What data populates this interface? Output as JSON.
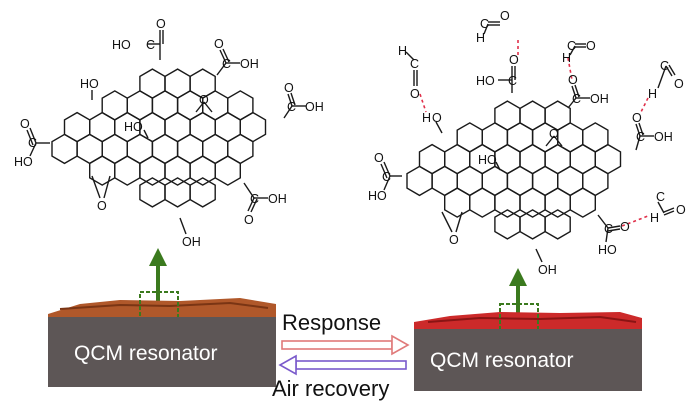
{
  "colors": {
    "bond": "#1a1a1a",
    "hbond": "#e0304a",
    "substrate": "#5d5656",
    "film_left": "#b0582a",
    "film_right": "#cc2a2a",
    "arrow_green": "#3b7a1e",
    "response_arrow": "#e07a7a",
    "recovery_arrow": "#7a5acb"
  },
  "icons": {
    "response_arrow": "right-arrow-icon",
    "recovery_arrow": "left-arrow-icon",
    "adsorption_arrow": "up-arrow-icon"
  },
  "left_panel": {
    "substrate_label": "QCM resonator",
    "groups": {
      "cooh_top_left": "HO",
      "cooh_top_left_b": "C",
      "cooh_top_left_o": "O",
      "cooh_top_right_c": "C",
      "cooh_top_right_oh": "OH",
      "cooh_top_right_o": "O",
      "cooh_right_c": "C",
      "cooh_right_oh": "OH",
      "cooh_right_o": "O",
      "cooh_left_o": "O",
      "cooh_left_c": "C",
      "cooh_left_ho": "HO",
      "cooh_bottom_right_c": "C",
      "cooh_bottom_right_oh": "OH",
      "cooh_bottom_right_o": "O",
      "oh_top": "HO",
      "oh_center": "HO",
      "oh_bottom": "OH",
      "epoxy_center": "O",
      "epoxy_bottom": "O"
    }
  },
  "right_panel": {
    "substrate_label": "QCM resonator",
    "groups": {
      "hcho_1_h": "H",
      "hcho_1_o": "O",
      "hcho_1_c": "C",
      "hcho_2_h": "H",
      "hcho_2_o": "O",
      "hcho_2_c": "C",
      "hcho_3_h": "H",
      "hcho_3_o": "O",
      "hcho_3_c": "C",
      "hcho_4_h": "H",
      "hcho_4_o": "O",
      "hcho_4_c": "C",
      "hcho_5_h": "H",
      "hcho_5_o": "O",
      "hcho_5_c": "C",
      "cooh_top_ho": "HO",
      "cooh_top_c": "C",
      "cooh_top_o": "O",
      "cooh_tr_c": "C",
      "cooh_tr_oh": "OH",
      "cooh_tr_o": "O",
      "cooh_right_c": "C",
      "cooh_right_oh": "OH",
      "cooh_right_o": "O",
      "cooh_left_ho": "HO",
      "cooh_left_c": "C",
      "cooh_left_o": "O",
      "cooh_br_c": "C",
      "cooh_br_ho": "HO",
      "cooh_br_o": "O",
      "oh_top_h": "H",
      "oh_top_o": "O",
      "oh_center": "HO",
      "oh_bottom": "OH",
      "epoxy_center": "O",
      "epoxy_bottom": "O"
    }
  },
  "process": {
    "response_label": "Response",
    "recovery_label": "Air recovery"
  }
}
